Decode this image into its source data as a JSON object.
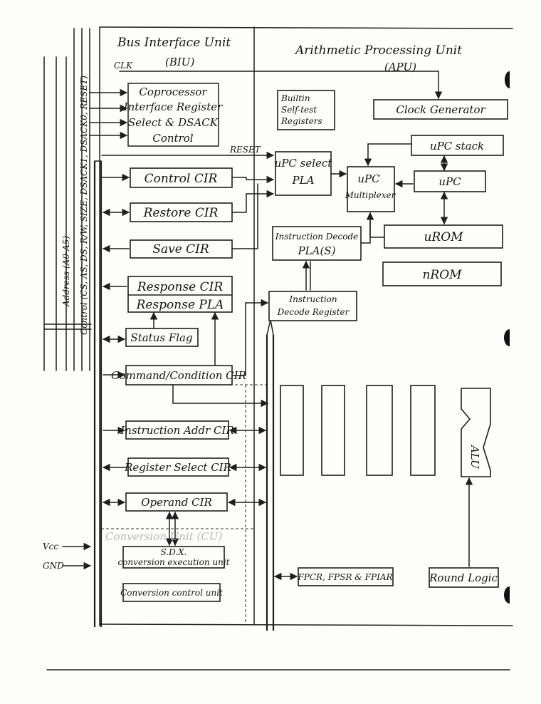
{
  "titles": {
    "biu_title": "Bus Interface Unit",
    "biu_abbr": "(BIU)",
    "biu_clk": "CLK",
    "apu_title": "Arithmetic Processing Unit",
    "apu_abbr": "(APU)",
    "cu_title": "Conversion Unit (CU)"
  },
  "bus_labels": {
    "address": "Address (A0-A5)",
    "control": "Control (CS, AS, DS, R/W, SIZE, DSACK1, DSACK0, RESET)"
  },
  "left_inputs": [
    "Vcc",
    "GND"
  ],
  "biu_blocks": {
    "coprocessor": [
      "Coprocessor",
      "Interface Register",
      "Select & DSACK",
      "Control"
    ],
    "control_cir": "Control CIR",
    "restore_cir": "Restore CIR",
    "save_cir": "Save CIR",
    "response_cir": "Response CIR",
    "response_pla": "Response PLA",
    "status_flag": "Status Flag",
    "command_cir": "Command/Condition CIR",
    "instr_addr_cir": "Instruction Addr CIR",
    "register_select_cir": "Register Select CIR",
    "operand_cir": "Operand CIR"
  },
  "cu_blocks": {
    "sdx": "S.D.X.",
    "exec_unit": "conversion execution unit",
    "control_unit": "Conversion control unit"
  },
  "apu_blocks": {
    "bist": [
      "Builtin",
      "Self-test",
      "Registers"
    ],
    "clock_gen": "Clock Generator",
    "upc_select": [
      "uPC select",
      "PLA"
    ],
    "upc_mux": [
      "uPC",
      "Multiplexer"
    ],
    "upc_stack": "uPC stack",
    "upc": "uPC",
    "urom": "uROM",
    "nrom": "nROM",
    "instr_decode_pla": [
      "Instruction Decode",
      "PLA(S)"
    ],
    "instr_decode_reg": [
      "Instruction",
      "Decode Register"
    ],
    "alu": "ALU",
    "fpcr": "FPCR, FPSR & FPIAR",
    "round_logic": "Round Logic"
  },
  "signals": {
    "reset": "RESET"
  }
}
